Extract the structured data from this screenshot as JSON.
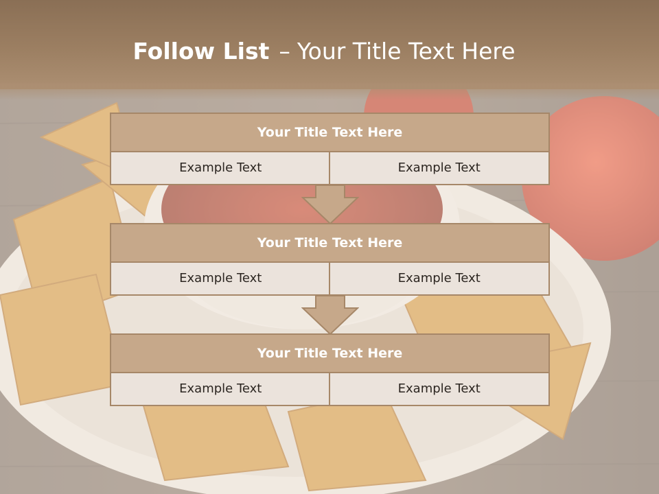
{
  "title": {
    "bold": "Follow List",
    "separator": "–",
    "rest": "Your Title Text Here"
  },
  "blocks": [
    {
      "title": "Your Title Text Here",
      "cells": [
        "Example Text",
        "Example Text"
      ]
    },
    {
      "title": "Your Title Text Here",
      "cells": [
        "Example Text",
        "Example Text"
      ]
    },
    {
      "title": "Your Title Text Here",
      "cells": [
        "Example Text",
        "Example Text"
      ]
    }
  ],
  "colors": {
    "title_band": "#9c7f62",
    "block_header": "#c6a88a",
    "block_border": "#a68768",
    "cell_fill": "#ebe3dc",
    "arrow": "#c6a88a"
  },
  "background": "chips-and-salsa-photo"
}
